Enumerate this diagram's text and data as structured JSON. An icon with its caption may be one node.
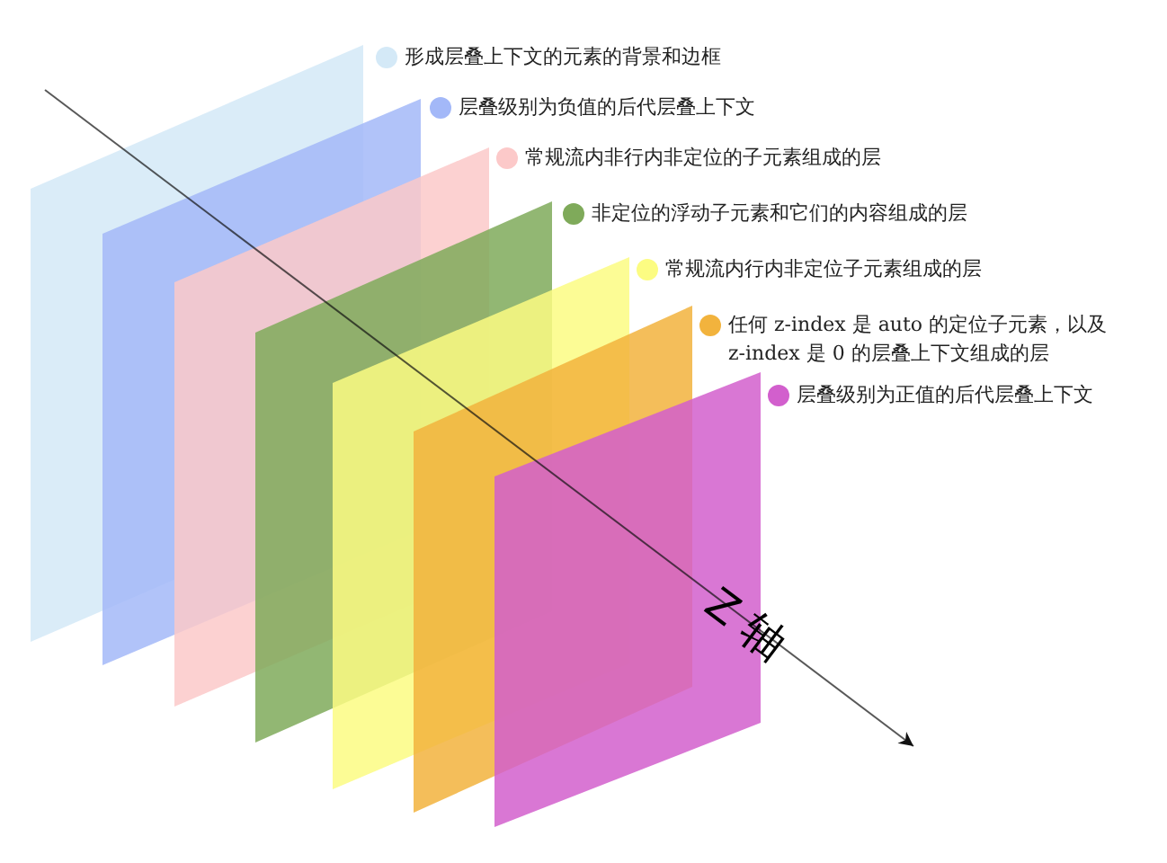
{
  "diagram": {
    "labels": [
      "Z 轴"
    ],
    "legend": [
      {
        "text": "形成层叠上下文的元素的背景和边框",
        "color": "#d4e9f7"
      },
      {
        "text": "层叠级别为负值的后代层叠上下文",
        "color": "#a3b8f8"
      },
      {
        "text": "常规流内非行内非定位的子元素组成的层",
        "color": "#fcc9c9"
      },
      {
        "text": "非定位的浮动子元素和它们的内容组成的层",
        "color": "#7faa5a"
      },
      {
        "text": "常规流内行内非定位子元素组成的层",
        "color": "#fcfc82"
      },
      {
        "text": "任何 z-index 是 auto 的定位子元素，以及 z-index 是 0 的层叠上下文组成的层",
        "color": "#f2b33d"
      },
      {
        "text": "层叠级别为正值的后代层叠上下文",
        "color": "#d25fcd"
      }
    ]
  }
}
